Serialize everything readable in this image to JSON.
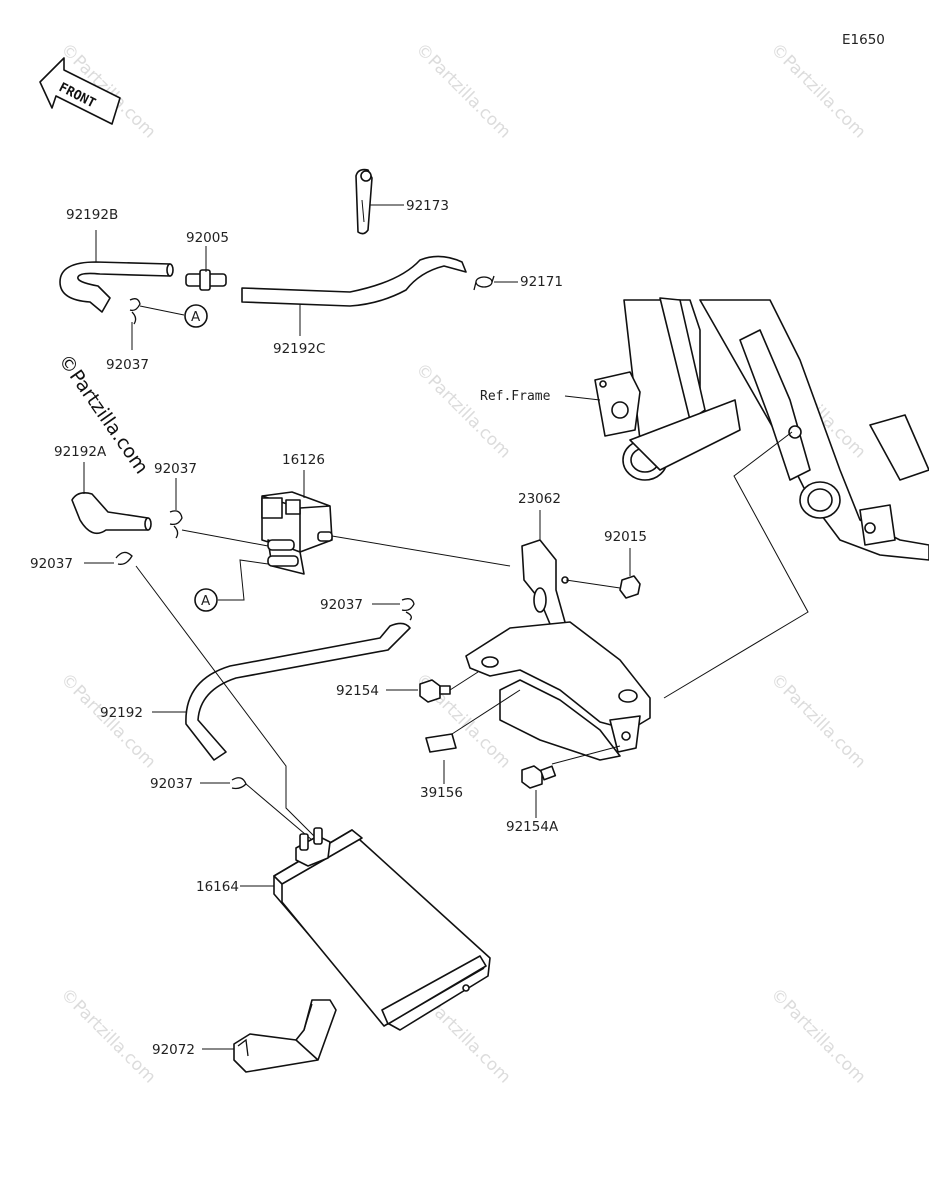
{
  "diagram_code": "E1650",
  "front_label": "FRONT",
  "watermark": "©Partzilla.com",
  "watermark_primary": "©Partzilla.com",
  "ref_frame_label": "Ref.Frame",
  "callout_a": "A",
  "parts": {
    "p92192B": "92192B",
    "p92005": "92005",
    "p92173": "92173",
    "p92171": "92171",
    "p92037_top": "92037",
    "p92192C": "92192C",
    "p92192A": "92192A",
    "p92037_mid": "92037",
    "p16126": "16126",
    "p92037_left": "92037",
    "p23062": "23062",
    "p92015": "92015",
    "p92037_right": "92037",
    "p92192": "92192",
    "p92154": "92154",
    "p92037_low": "92037",
    "p39156": "39156",
    "p92154A": "92154A",
    "p16164": "16164",
    "p92072": "92072"
  }
}
